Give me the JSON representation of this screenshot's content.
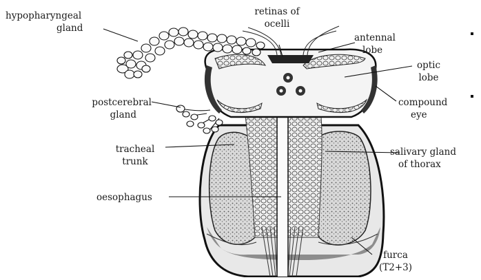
{
  "labels": {
    "hypopharyngeal_1": "hypopharyngeal",
    "hypopharyngeal_2": "gland",
    "retinas_1": "retinas of",
    "retinas_2": "ocelli",
    "antennal_1": "antennal",
    "antennal_2": "lobe",
    "optic_1": "optic",
    "optic_2": "lobe",
    "compound_1": "compound",
    "compound_2": "eye",
    "postcerebral_1": "postcerebral",
    "postcerebral_2": "gland",
    "tracheal_1": "tracheal",
    "tracheal_2": "trunk",
    "salivary_1": "salivary gland",
    "salivary_2": "of thorax",
    "oesophagus": "oesophagus",
    "furca_1": "furca",
    "furca_2": "(T2+3)"
  }
}
